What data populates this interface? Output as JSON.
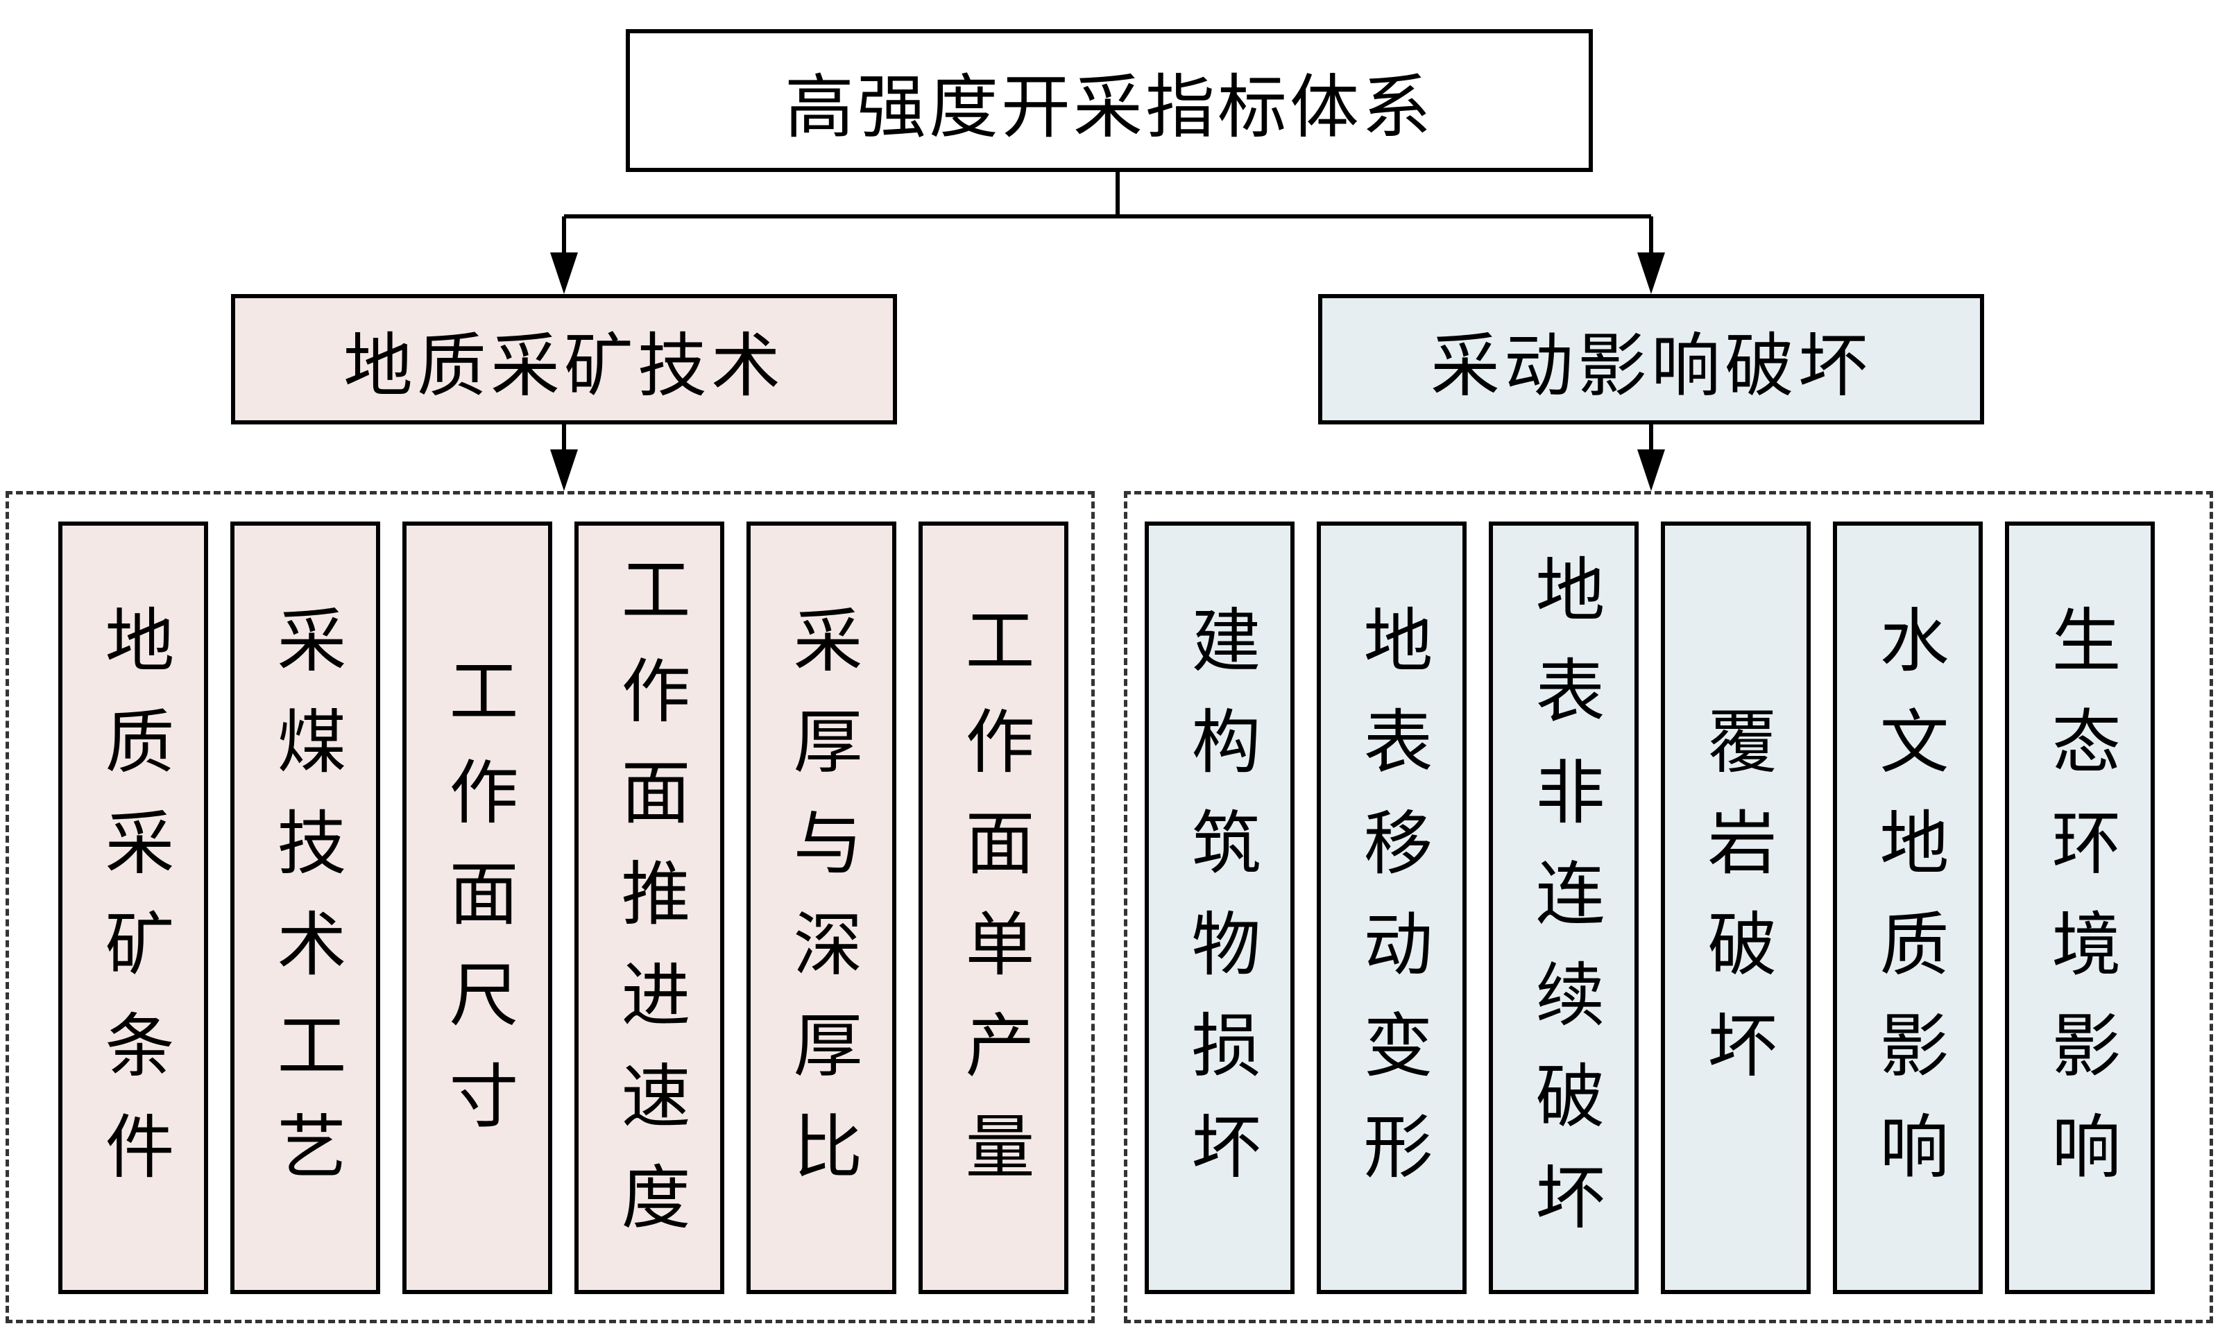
{
  "root": "高强度开采指标体系",
  "categories": {
    "left": "地质采矿技术",
    "right": "采动影响破坏"
  },
  "left_items": [
    "地质采矿条件",
    "采煤技术工艺",
    "工作面尺寸",
    "工作面推进速度",
    "采厚与深厚比",
    "工作面单产量"
  ],
  "right_items": [
    "建构筑物损坏",
    "地表移动变形",
    "地表非连续破坏",
    "覆岩破坏",
    "水文地质影响",
    "生态环境影响"
  ],
  "colors": {
    "left_fill": "#f3e8e6",
    "right_fill": "#e6eef1",
    "stroke": "#000000"
  }
}
